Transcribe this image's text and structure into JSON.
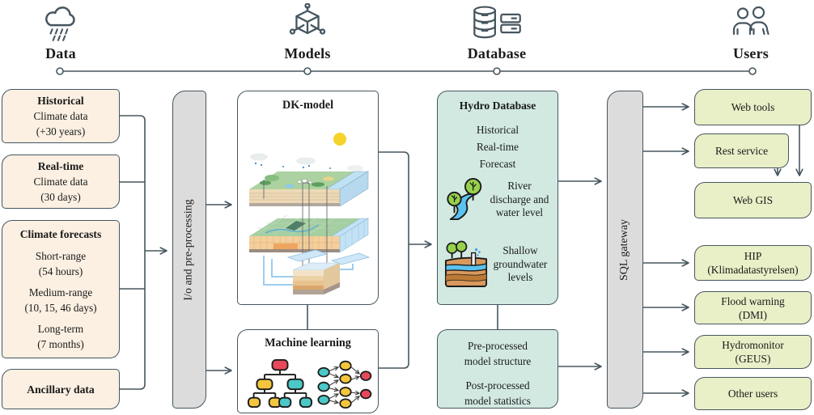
{
  "header": {
    "sections": [
      {
        "id": "data",
        "label": "Data",
        "icon": "cloud-rain-icon"
      },
      {
        "id": "models",
        "label": "Models",
        "icon": "cube-3d-icon"
      },
      {
        "id": "database",
        "label": "Database",
        "icon": "database-servers-icon"
      },
      {
        "id": "users",
        "label": "Users",
        "icon": "two-users-icon"
      }
    ]
  },
  "data_column": {
    "historical": {
      "title": "Historical",
      "line1": "Climate data",
      "line2": "(+30 years)"
    },
    "realtime": {
      "title": "Real-time",
      "line1": "Climate data",
      "line2": "(30 days)"
    },
    "forecasts": {
      "title": "Climate forecasts",
      "items": [
        {
          "name": "Short-range",
          "detail": "(54 hours)"
        },
        {
          "name": "Medium-range",
          "detail": "(10, 15, 46 days)"
        },
        {
          "name": "Long-term",
          "detail": "(7 months)"
        }
      ]
    },
    "ancillary": {
      "title": "Ancillary data"
    }
  },
  "processing": {
    "io_label": "I/o and pre-processing",
    "sql_label": "SQL gateway"
  },
  "models": {
    "dk_title": "DK-model",
    "ml_title": "Machine learning"
  },
  "database": {
    "title": "Hydro Database",
    "line1": "Historical",
    "line2": "Real-time",
    "line3": "Forecast",
    "river_label": "River discharge and water level",
    "groundwater_label": "Shallow groundwater levels",
    "processed": {
      "line1": "Pre-processed",
      "line2": "model structure",
      "line3": "Post-processed",
      "line4": "model statistics"
    }
  },
  "user_boxes": [
    {
      "label": "Web tools"
    },
    {
      "label": "Rest service"
    },
    {
      "label": "Web GIS"
    },
    {
      "label": "HIP",
      "sub": "(Klimadatastyrelsen)"
    },
    {
      "label": "Flood warning",
      "sub": "(DMI)"
    },
    {
      "label": "Hydromonitor",
      "sub": "(GEUS)"
    },
    {
      "label": "Other users"
    }
  ],
  "colors": {
    "line": "#46565f",
    "cream_box": "#fbf0e2",
    "teal_box": "#d2e9e2",
    "green_box": "#e9efc7",
    "gray_bar": "#dcdcdc",
    "node_red": "#e8495a",
    "node_yellow": "#f5c63d",
    "node_teal": "#4cc8c8",
    "water_blue": "#5bc2ef",
    "tree_green": "#97d14c"
  }
}
